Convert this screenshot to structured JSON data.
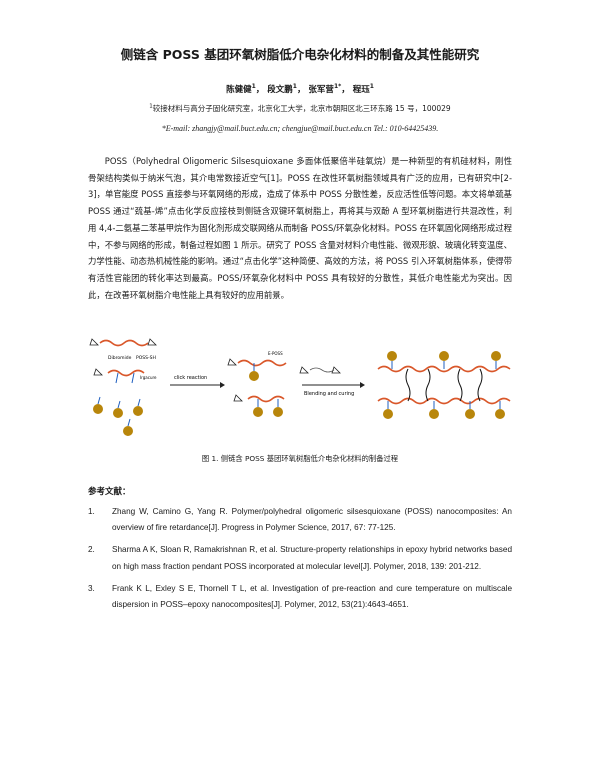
{
  "paper": {
    "title": "侧链含 POSS 基团环氧树脂低介电杂化材料的制备及其性能研究",
    "authors": [
      {
        "name": "陈健健",
        "sup": "1"
      },
      {
        "name": "段文鹏",
        "sup": "1"
      },
      {
        "name": "张军营",
        "sup": "1*"
      },
      {
        "name": "程珏",
        "sup": "1"
      }
    ],
    "affiliation_sup": "1",
    "affiliation": "较接材料与高分子固化研究室，北京化工大学，北京市朝阳区北三环东路 15 号，100029",
    "email": "*E-mail: zhangjy@mail.buct.edu.cn; chengjue@mail.buct.edu.cn Tel.: 010-64425439.",
    "abstract": "POSS（Polyhedral Oligomeric Silsesquioxane 多面体低聚倍半硅氧烷）是一种新型的有机硅材料，刚性骨架结构类似于纳米气泡，其介电常数接近空气[1]。POSS 在改性环氧树脂领域具有广泛的应用，已有研究中[2-3]，单官能度 POSS 直接参与环氧网络的形成，造成了体系中 POSS 分散性差，反应活性低等问题。本文将单巯基 POSS 通过“巯基-烯”点击化学反应接枝到侧链含双键环氧树脂上，再将其与双酚 A 型环氧树脂进行共混改性，利用 4,4-二氨基二苯基甲烷作为固化剂形成交联网络从而制备 POSS/环氧杂化材料。POSS 在环氧固化网络形成过程中，不参与网络的形成，制备过程如图 1 所示。研究了 POSS 含量对材料介电性能、微观形貌、玻璃化转变温度、力学性能、动态热机械性能的影响。通过“点击化学”这种简便、高效的方法，将 POSS 引入环氧树脂体系，使得带有活性官能团的转化率达到最高。POSS/环氧杂化材料中 POSS 具有较好的分散性，其低介电性能尤为突出。因此，在改善环氧树脂介电性能上具有较好的应用前景。",
    "figure": {
      "labels": {
        "reagent_left": "Dibromide",
        "reagent_right": "POSS-SH",
        "initiator": "Irgacure",
        "click_reaction": "click reaction",
        "mixing_curing": "Blending and curing",
        "product": "E-POSS"
      },
      "caption": "图 1. 侧链含 POSS 基团环氧树脂低介电杂化材料的制备过程",
      "colors": {
        "chain": "#d9572a",
        "poss": "#b8860b",
        "linker": "#1f5fbf",
        "crosslink": "#111111"
      }
    },
    "references_heading": "参考文献：",
    "references": [
      {
        "num": "1.",
        "text": "Zhang W, Camino G, Yang R. Polymer/polyhedral oligomeric silsesquioxane (POSS) nanocomposites: An overview of fire retardance[J]. Progress in Polymer Science, 2017, 67: 77-125."
      },
      {
        "num": "2.",
        "text": "Sharma A K, Sloan R, Ramakrishnan R, et al. Structure-property relationships in epoxy hybrid networks based on high mass fraction pendant POSS incorporated at molecular level[J]. Polymer, 2018, 139: 201-212."
      },
      {
        "num": "3.",
        "text": "Frank K L, Exley S E, Thornell T L, et al. Investigation of pre-reaction and cure temperature on multiscale dispersion in POSS–epoxy nanocomposites[J]. Polymer, 2012, 53(21):4643-4651."
      }
    ]
  }
}
